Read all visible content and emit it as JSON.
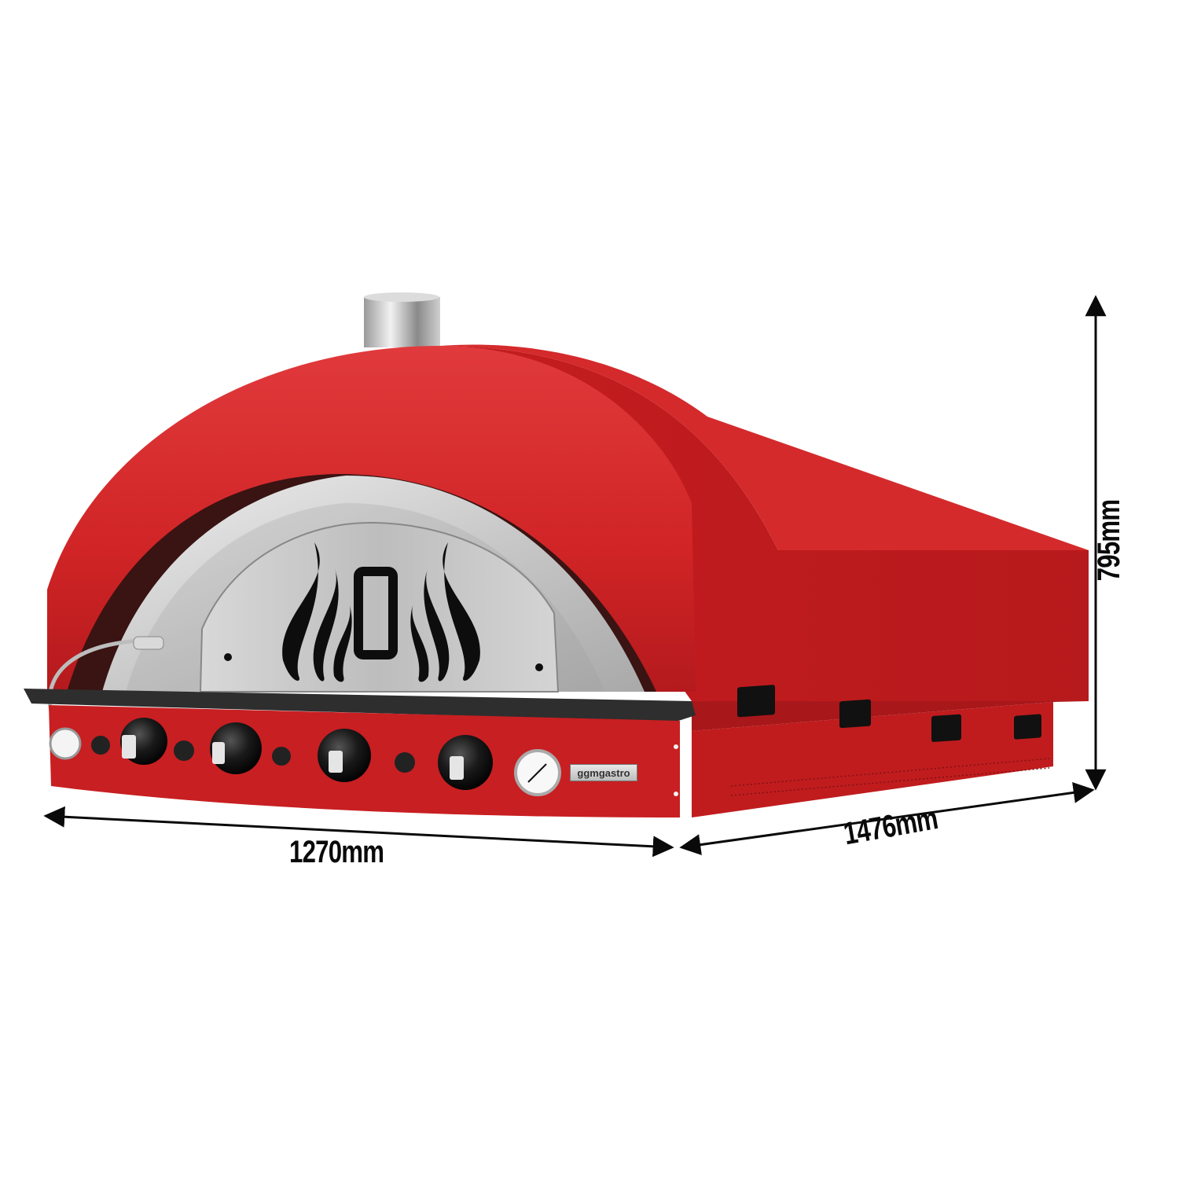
{
  "image": {
    "subject": "red pizza oven with dome, flame-pattern door and control panel",
    "brand_label": "ggmgastro",
    "colors": {
      "body_red": "#cc1f22",
      "dome_highlight": "#e0383a",
      "steel": "#c8c8c8",
      "knob_black": "#111111",
      "background": "#ffffff",
      "dimension_lines": "#0a0a0a"
    }
  },
  "dimensions": {
    "width": "1270mm",
    "depth": "1476mm",
    "height": "795mm"
  },
  "control_panel": {
    "knob_count": 4,
    "has_thermometer": true,
    "has_work_light": true
  }
}
